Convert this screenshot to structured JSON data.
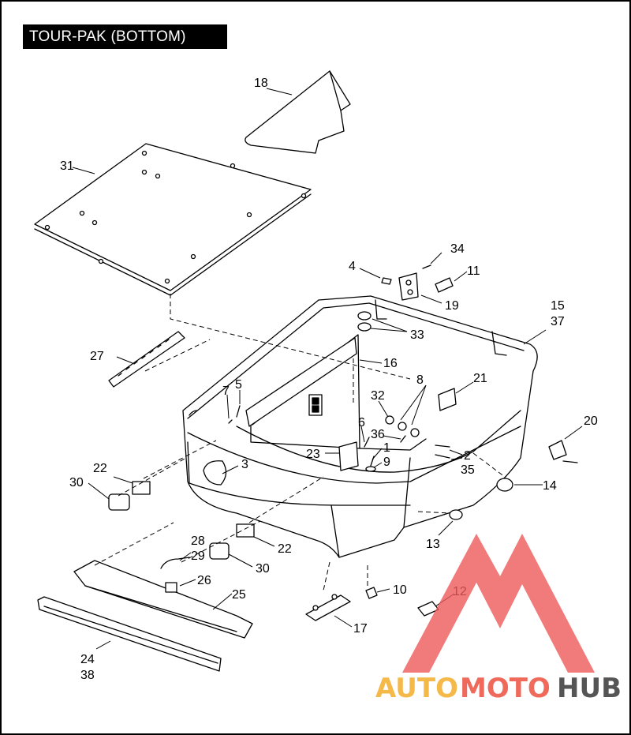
{
  "title": "TOUR-PAK (BOTTOM)",
  "callouts": [
    {
      "id": "c18",
      "label": "18"
    },
    {
      "id": "c31",
      "label": "31"
    },
    {
      "id": "c34",
      "label": "34"
    },
    {
      "id": "c4",
      "label": "4"
    },
    {
      "id": "c11",
      "label": "11"
    },
    {
      "id": "c19",
      "label": "19"
    },
    {
      "id": "c15",
      "label": "15"
    },
    {
      "id": "c37",
      "label": "37"
    },
    {
      "id": "c33",
      "label": "33"
    },
    {
      "id": "c27",
      "label": "27"
    },
    {
      "id": "c16",
      "label": "16"
    },
    {
      "id": "c8",
      "label": "8"
    },
    {
      "id": "c21",
      "label": "21"
    },
    {
      "id": "c7",
      "label": "7"
    },
    {
      "id": "c5",
      "label": "5"
    },
    {
      "id": "c32",
      "label": "32"
    },
    {
      "id": "c20",
      "label": "20"
    },
    {
      "id": "c6",
      "label": "6"
    },
    {
      "id": "c36",
      "label": "36"
    },
    {
      "id": "c23",
      "label": "23"
    },
    {
      "id": "c1",
      "label": "1"
    },
    {
      "id": "c9",
      "label": "9"
    },
    {
      "id": "c2",
      "label": "2"
    },
    {
      "id": "c35",
      "label": "35"
    },
    {
      "id": "c3",
      "label": "3"
    },
    {
      "id": "c22a",
      "label": "22"
    },
    {
      "id": "c30a",
      "label": "30"
    },
    {
      "id": "c14",
      "label": "14"
    },
    {
      "id": "c13",
      "label": "13"
    },
    {
      "id": "c28",
      "label": "28"
    },
    {
      "id": "c29",
      "label": "29"
    },
    {
      "id": "c22b",
      "label": "22"
    },
    {
      "id": "c30b",
      "label": "30"
    },
    {
      "id": "c26",
      "label": "26"
    },
    {
      "id": "c25",
      "label": "25"
    },
    {
      "id": "c10",
      "label": "10"
    },
    {
      "id": "c12",
      "label": "12"
    },
    {
      "id": "c17",
      "label": "17"
    },
    {
      "id": "c24",
      "label": "24"
    },
    {
      "id": "c38",
      "label": "38"
    }
  ],
  "watermark": {
    "part1": "AUTO",
    "part2": "MOTO",
    "part3": "HUB",
    "color1": "#f5b94a",
    "color2": "#ef6a5a",
    "color3": "#555555",
    "logo_color": "#ee5a5a"
  }
}
